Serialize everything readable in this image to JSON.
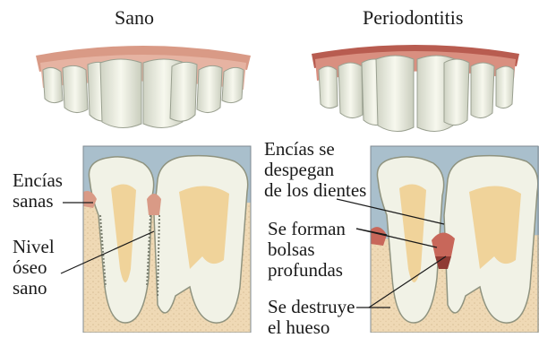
{
  "titles": {
    "healthy": "Sano",
    "disease": "Periodontitis"
  },
  "labels": {
    "healthy_gums": [
      "Encías",
      "sanas"
    ],
    "bone_level": [
      "Nivel",
      "óseo",
      "sano"
    ],
    "gums_pull_away": [
      "Encías se",
      "despegan",
      "de los dientes"
    ],
    "pockets_form": [
      "Se forman",
      "bolsas",
      "profundas"
    ],
    "bone_destroyed": [
      "Se destruye",
      "el hueso"
    ]
  },
  "colors": {
    "gum_healthy": "#d99a86",
    "gum_disease": "#c8675a",
    "bone": "#efd9b5",
    "sky_panel": "#a9bfcc",
    "enamel": "#f1f2e6",
    "pulp": "#f0d39a"
  }
}
